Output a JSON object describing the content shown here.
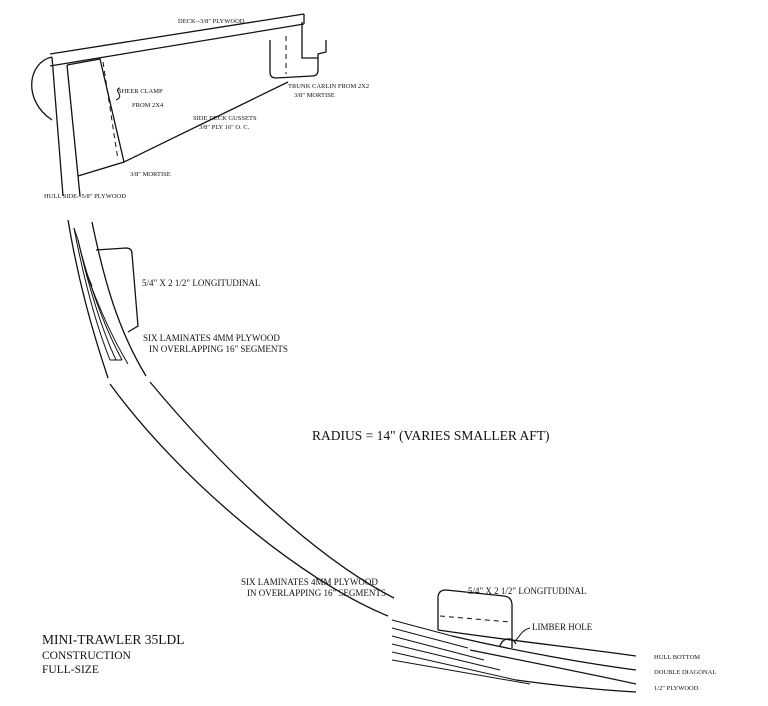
{
  "labels": {
    "deck": "DECK--3/8\" PLYWOOD",
    "sheer_clamp": "SHEER CLAMP",
    "sheer_clamp_from": "FROM 2X4",
    "trunk_carlin": "TRUNK CARLIN FROM 2X2",
    "trunk_mortise": "3/8\" MORTISE",
    "side_gussets_1": "SIDE DECK GUSSETS",
    "side_gussets_2": "3/8\" PLY 16\" O. C.",
    "gusset_mortise": "3/8\" MORTISE",
    "hull_side": "HULL SIDE--5/8\" PLYWOOD",
    "longitudinal_upper": "5/4\" X 2 1/2\" LONGITUDINAL",
    "laminates_upper_1": "SIX LAMINATES 4MM PLYWOOD",
    "laminates_upper_2": "IN OVERLAPPING 16\" SEGMENTS",
    "radius": "RADIUS = 14\" (VARIES SMALLER AFT)",
    "laminates_lower_1": "SIX LAMINATES 4MM PLYWOOD",
    "laminates_lower_2": "IN OVERLAPPING 16\" SEGMENTS",
    "longitudinal_lower": "5/4\" X 2 1/2\" LONGITUDINAL",
    "limber_hole": "LIMBER HOLE",
    "hull_bottom": "HULL BOTTOM",
    "double_diagonal": "DOUBLE DIAGONAL",
    "half_plywood": "1/2\" PLYWOOD"
  },
  "title_block": {
    "title": "MINI-TRAWLER 35LDL",
    "line2": "CONSTRUCTION",
    "line3": "FULL-SIZE"
  }
}
